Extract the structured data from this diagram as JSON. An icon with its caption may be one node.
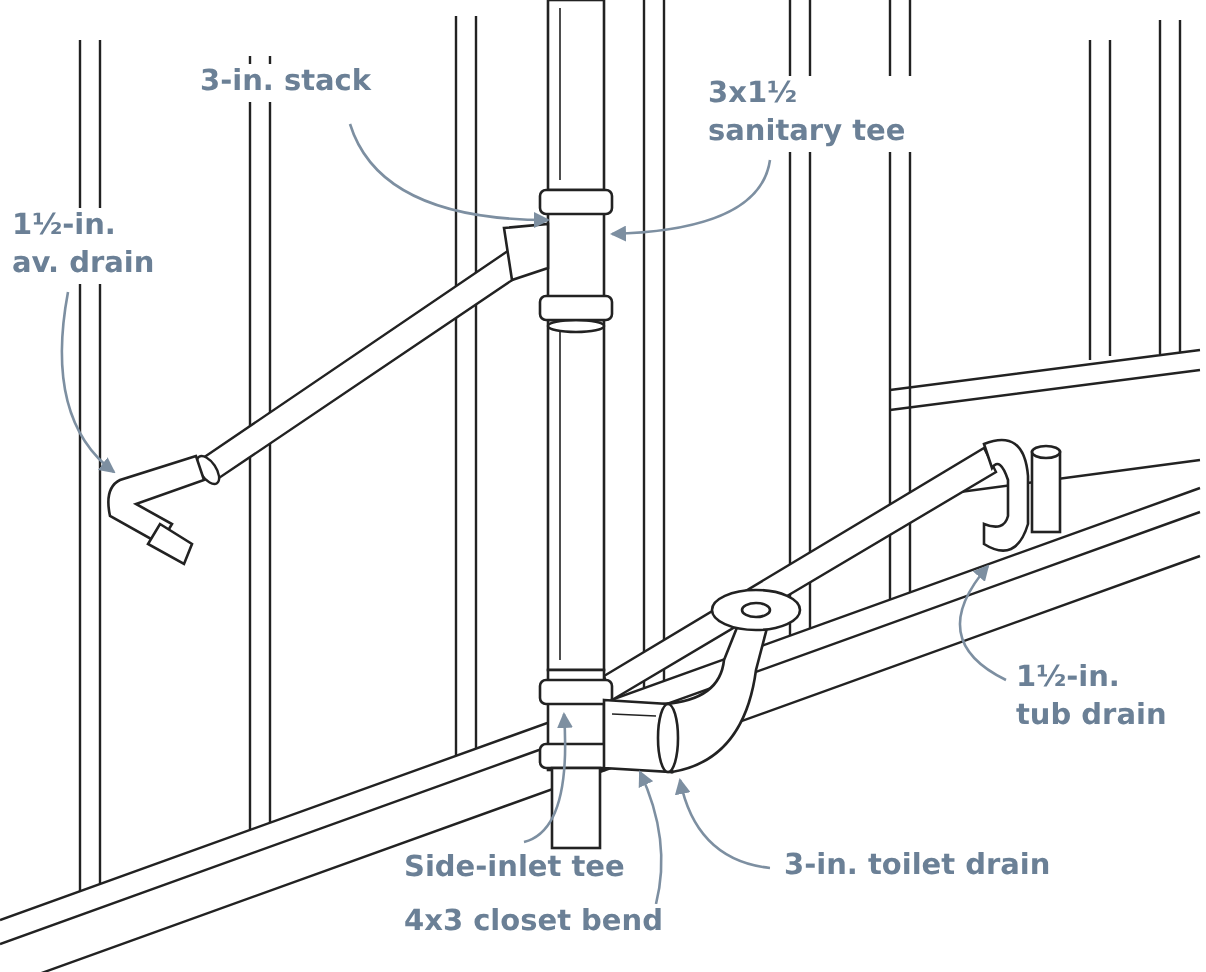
{
  "diagram": {
    "nodes": [
      {
        "text": [
          "3-in. stack"
        ]
      },
      {
        "text": [
          "3x1½ sanitary tee"
        ]
      },
      {
        "text": [
          "1½-in. av. drain"
        ]
      },
      {
        "text": [
          "1½-in. tub drain"
        ]
      },
      {
        "text": [
          "Side-inlet tee"
        ]
      },
      {
        "text": [
          "4x3 closet bend"
        ]
      },
      {
        "text": [
          "3-in. toilet drain"
        ]
      },
      {
        "text": [],
        "shape": "cylinder"
      },
      {
        "text": [],
        "shape": "picture"
      },
      {
        "text": [],
        "shape": "picture"
      },
      {
        "text": [],
        "shape": "picture"
      },
      {
        "text": [],
        "shape": "picture"
      },
      {
        "text": [],
        "shape": "picture"
      },
      {
        "text": [],
        "shape": "picture"
      }
    ],
    "edges": [
      {
        "from": 0,
        "to": 7,
        "arrow": "to"
      },
      {
        "from": 1,
        "to": 8,
        "arrow": "to"
      },
      {
        "from": 2,
        "to": 9,
        "arrow": "to"
      },
      {
        "from": 3,
        "to": 10,
        "arrow": "to"
      },
      {
        "from": 4,
        "to": 11,
        "arrow": "to"
      },
      {
        "from": 5,
        "to": 12,
        "arrow": "to"
      },
      {
        "from": 6,
        "to": 13,
        "arrow": "to"
      }
    ]
  }
}
